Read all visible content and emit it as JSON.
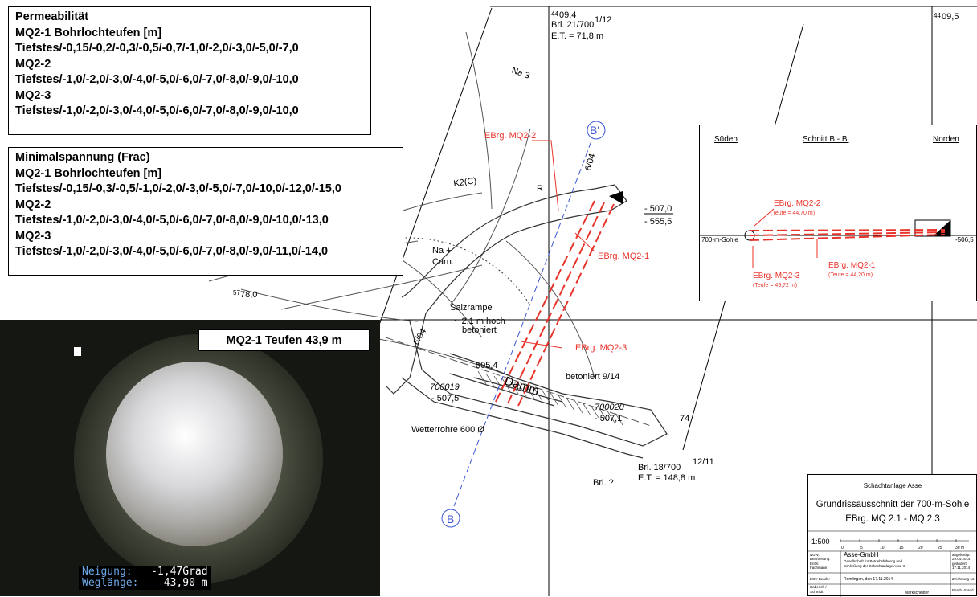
{
  "permeability": {
    "title": "Permeabilität",
    "mq21_heading": "MQ2-1  Bohrlochteufen [m]",
    "mq21_depths": "Tiefstes/-0,15/-0,2/-0,3/-0,5/-0,7/-1,0/-2,0/-3,0/-5,0/-7,0",
    "mq22_heading": "MQ2-2",
    "mq22_depths": "Tiefstes/-1,0/-2,0/-3,0/-4,0/-5,0/-6,0/-7,0/-8,0/-9,0/-10,0",
    "mq23_heading": "MQ2-3",
    "mq23_depths": "Tiefstes/-1,0/-2,0/-3,0/-4,0/-5,0/-6,0/-7,0/-8,0/-9,0/-10,0"
  },
  "min_stress": {
    "title": "Minimalspannung (Frac)",
    "mq21_heading": "MQ2-1  Bohrlochteufen [m]",
    "mq21_depths": "Tiefstes/-0,15/-0,3/-0,5/-1,0/-2,0/-3,0/-5,0/-7,0/-10,0/-12,0/-15,0",
    "mq22_heading": "MQ2-2",
    "mq22_depths": "Tiefstes/-1,0/-2,0/-3,0/-4,0/-5,0/-6,0/-7,0/-8,0/-9,0/-10,0/-13,0",
    "mq23_heading": "MQ2-3",
    "mq23_depths": "Tiefstes/-1,0/-2,0/-3,0/-4,0/-5,0/-6,0/-7,0/-8,0/-9,0/-11,0/-14,0"
  },
  "photo": {
    "label": "MQ2-1  Teufen 43,9 m",
    "inclination_label": "Neigung:",
    "inclination_value": "-1,47Grad",
    "length_label": "Weglänge:",
    "length_value": "43,90 m"
  },
  "plan": {
    "grid_44_left": "44",
    "grid_09_left": "09,4",
    "brl21": "Brl. 21/700",
    "brl21_sup": "1/12",
    "et_top": "E.T. = 71,8 m",
    "grid_44_right": "44",
    "grid_09_right": "09,5",
    "na3": "Na 3",
    "k2c": "K2(C)",
    "r": "R",
    "na_carn1": "Na +",
    "na_carn2": "Carn.",
    "grid_57": "57",
    "grid_78": "78,0",
    "bprime": "B'",
    "b": "B",
    "elev_507": "- 507,0",
    "elev_555": "- 555,5",
    "ebrg_mq22": "EBrg. MQ2-2",
    "ebrg_mq21": "EBrg. MQ2-1",
    "ebrg_mq23": "EBrg. MQ2-3",
    "dim_604_top": "6/04",
    "salzrampe": "Salzrampe",
    "hoch1": "~ 2,1 m hoch",
    "hoch2": "betoniert",
    "dim_604_left": "6/04",
    "elev_5054": "505,4",
    "damm": "Damm",
    "betoniert914": "betoniert 9/14",
    "pt700019": "700019",
    "elev_5075": "- 507,5",
    "pt700020": "700020",
    "elev_5071": "- 507,1",
    "elev_74": "74",
    "wetterrohre": "Wetterrohre 600 Ø",
    "brl18": "Brl. 18/700",
    "brl18_sup": "12/11",
    "et_bottom": "E.T. = 148,8 m",
    "brl_q": "Brl. ?"
  },
  "section": {
    "south": "Süden",
    "title": "Schnitt B - B'",
    "north": "Norden",
    "mq22": "EBrg. MQ2-2",
    "mq22_depth": "(Teufe = 44,70 m)",
    "sohle": "700-m-Sohle",
    "elev": "-506,5",
    "mq21": "EBrg. MQ2-1",
    "mq21_depth": "(Teufe = 44,20 m)",
    "mq23": "EBrg. MQ2-3",
    "mq23_depth": "(Teufe = 49,72 m)"
  },
  "titleblock": {
    "site": "Schachtanlage Asse",
    "title1": "Grundrissausschnitt der 700-m-Sohle",
    "title2": "EBrg. MQ 2.1 - MQ 2.3",
    "scale": "1:500",
    "scale_ticks": [
      "0",
      "5",
      "10",
      "15",
      "20",
      "25",
      "30 m"
    ],
    "company": "Asse-GmbH",
    "company_sub1": "Gesellschaft für Betriebsführung und",
    "company_sub2": "Schließung der Schachtanlage Asse II",
    "place_date": "Remlingen, den  17.11.2014",
    "row_labels": [
      "NUW.",
      "Bearbeitung:",
      "Entw:",
      "Fachmann"
    ],
    "row_labels2": [
      "EGV Bearb.:"
    ],
    "row_labels3": [
      "Haberich /",
      "Schmidt"
    ],
    "right_col": [
      "angefertigt:",
      "29.04.2014",
      "geändert:",
      "17.11.2014"
    ],
    "right_col2": "Zeichnung-Nr.",
    "right_col3": "Bearb.-Stand",
    "markscheider": "Markscheider"
  },
  "colors": {
    "annotation_red": "#e8332a",
    "section_line_blue": "#3b55d6"
  }
}
